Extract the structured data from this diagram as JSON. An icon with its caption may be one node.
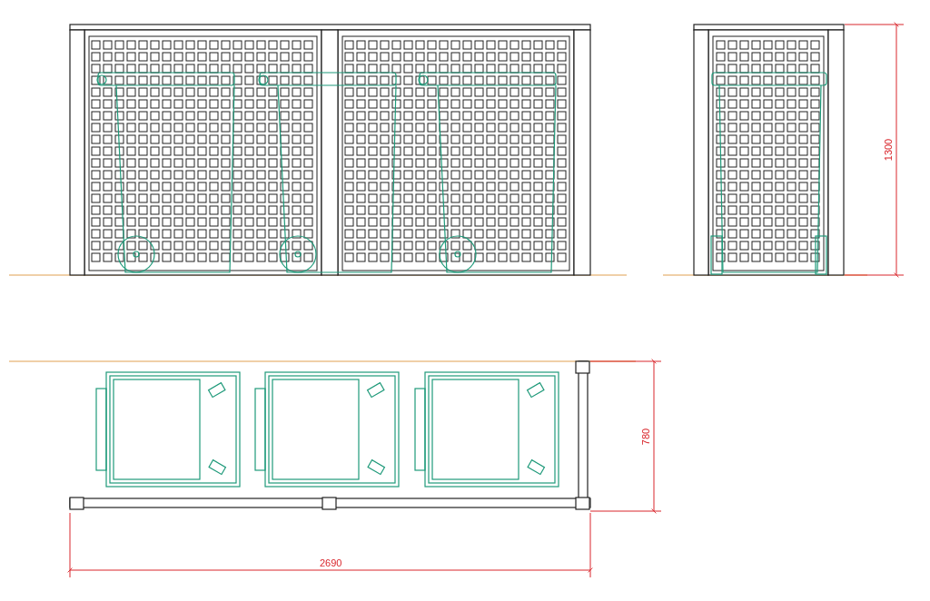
{
  "diagram": {
    "labels": [
      "1300",
      "780",
      "2690"
    ]
  }
}
